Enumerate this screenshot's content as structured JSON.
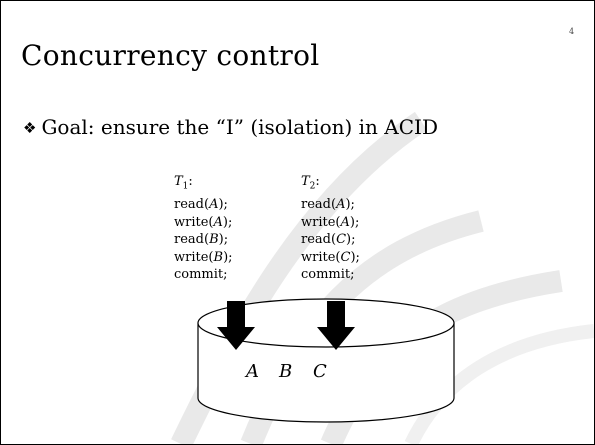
{
  "slide": {
    "page_number": "4",
    "title": "Concurrency control",
    "bullet_mark": "❖",
    "bullet": "Goal: ensure the “I” (isolation) in ACID"
  },
  "transactions": [
    {
      "name": "T",
      "subscript": "1",
      "ops": [
        {
          "op": "read",
          "item": "A"
        },
        {
          "op": "write",
          "item": "A"
        },
        {
          "op": "read",
          "item": "B"
        },
        {
          "op": "write",
          "item": "B"
        }
      ],
      "end": "commit;"
    },
    {
      "name": "T",
      "subscript": "2",
      "ops": [
        {
          "op": "read",
          "item": "A"
        },
        {
          "op": "write",
          "item": "A"
        },
        {
          "op": "read",
          "item": "C"
        },
        {
          "op": "write",
          "item": "C"
        }
      ],
      "end": "commit;"
    }
  ],
  "database": {
    "items": [
      "A",
      "B",
      "C"
    ]
  }
}
